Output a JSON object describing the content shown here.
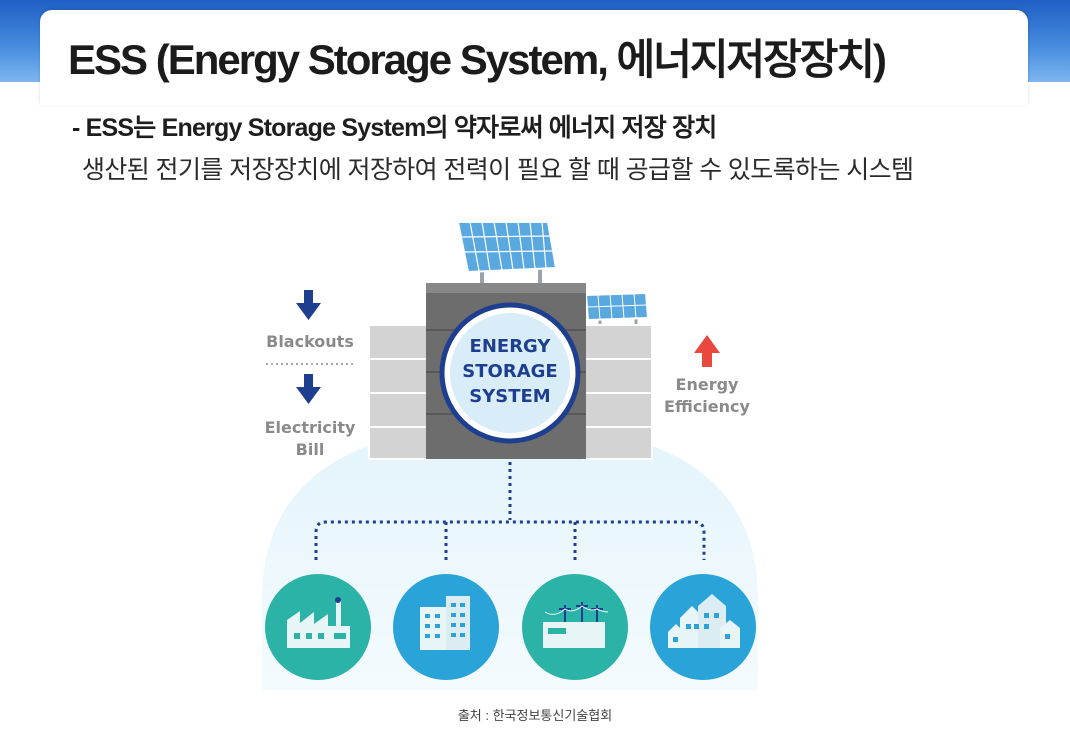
{
  "header": {
    "title": "ESS (Energy Storage System, 에너지저장장치)"
  },
  "body": {
    "line1": "- ESS는 Energy Storage System의 약자로써 에너지 저장 장치",
    "line2": "생산된 전기를 저장장치에 저장하여 전력이 필요 할 때 공급할 수 있도록하는 시스템"
  },
  "diagram": {
    "center_line1": "ENERGY",
    "center_line2": "STORAGE",
    "center_line3": "SYSTEM",
    "left_label_top": "Blackouts",
    "left_label_bottom_line1": "Electricity",
    "left_label_bottom_line2": "Bill",
    "right_label_line1": "Energy",
    "right_label_line2": "Efficiency",
    "consumers": [
      "factory-icon",
      "office-building-icon",
      "power-grid-icon",
      "housing-icon"
    ],
    "colors": {
      "circle_ring": "#1e3f8f",
      "down_arrow": "#1e3f8f",
      "up_arrow": "#e8483d",
      "consumer_teal": "#2ab3a6",
      "consumer_blue": "#2aa3d9",
      "label_gray": "#8a8a8a"
    }
  },
  "footer": {
    "source": "출처 : 한국정보통신기술협회"
  }
}
